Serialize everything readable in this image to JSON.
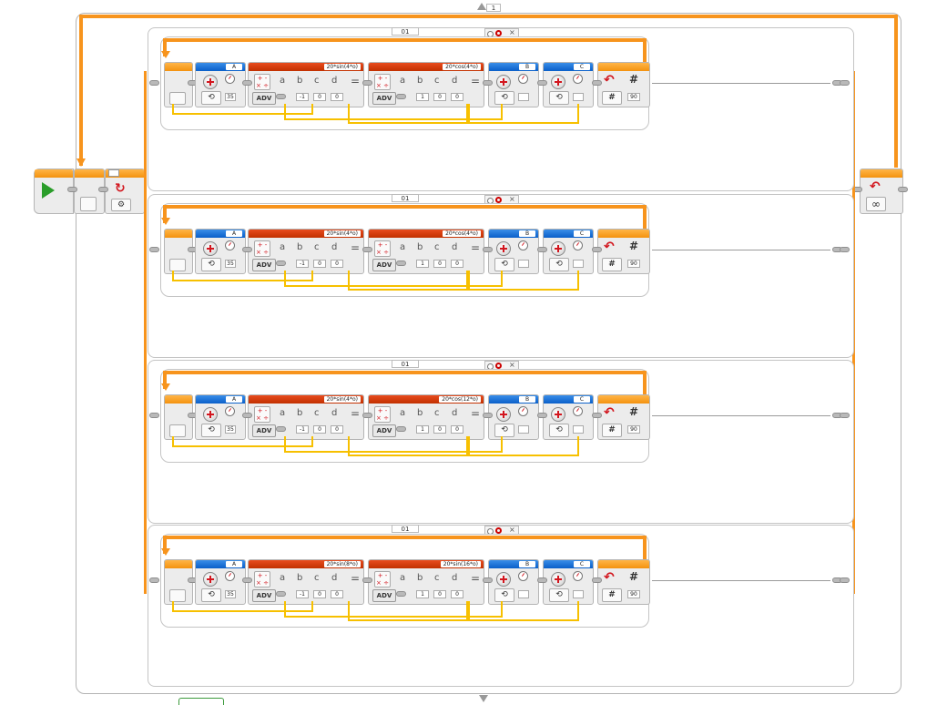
{
  "canvas": {
    "background": "#ffffff"
  },
  "colors": {
    "sequence_wire": "#f7941d",
    "data_wire": "#f7c000",
    "motor_header": "#0a5fc9",
    "math_header": "#c23000",
    "loop_header": "#f4920f",
    "start_green": "#2a9d2a"
  },
  "outer_loop": {
    "name_tab": "1",
    "mode_icon": "loop-infinite-icon",
    "mode_symbol": "∞"
  },
  "start_block": {
    "icon": "play-icon"
  },
  "loop_interrupt": {
    "icon": "loop-interrupt-icon"
  },
  "switch": {
    "cases": [
      {
        "tab": "01",
        "motor_a": "A",
        "math1_label": "20*sin(4*o)",
        "math1_consts": [
          "-1",
          "0",
          "0"
        ],
        "math2_label": "20*cos(4*o)",
        "math2_consts": [
          "1",
          "0",
          "0"
        ],
        "motor_b": "B",
        "motor_c": "C",
        "power_value": "35",
        "loop_count": "90"
      },
      {
        "tab": "01",
        "motor_a": "A",
        "math1_label": "20*sin(4*o)",
        "math1_consts": [
          "-1",
          "0",
          "0"
        ],
        "math2_label": "20*cos(4*o)",
        "math2_consts": [
          "1",
          "0",
          "0"
        ],
        "motor_b": "B",
        "motor_c": "C",
        "power_value": "35",
        "loop_count": "90"
      },
      {
        "tab": "01",
        "motor_a": "A",
        "math1_label": "20*sin(4*o)",
        "math1_consts": [
          "-1",
          "0",
          "0"
        ],
        "math2_label": "20*cos(12*o)",
        "math2_consts": [
          "1",
          "0",
          "0"
        ],
        "motor_b": "B",
        "motor_c": "C",
        "power_value": "35",
        "loop_count": "90"
      },
      {
        "tab": "01",
        "motor_a": "A",
        "math1_label": "20*sin(8*o)",
        "math1_consts": [
          "-1",
          "0",
          "0"
        ],
        "math2_label": "20*sin(16*o)",
        "math2_consts": [
          "1",
          "0",
          "0"
        ],
        "motor_b": "B",
        "motor_c": "C",
        "power_value": "35",
        "loop_count": "90"
      }
    ]
  },
  "math_block": {
    "letters": [
      "a",
      "b",
      "c",
      "d"
    ],
    "equals": "=",
    "adv_label": "ADV",
    "ops": "+ -\n× ÷"
  },
  "loop_block": {
    "icon": "loop-back-icon",
    "hash": "#"
  }
}
